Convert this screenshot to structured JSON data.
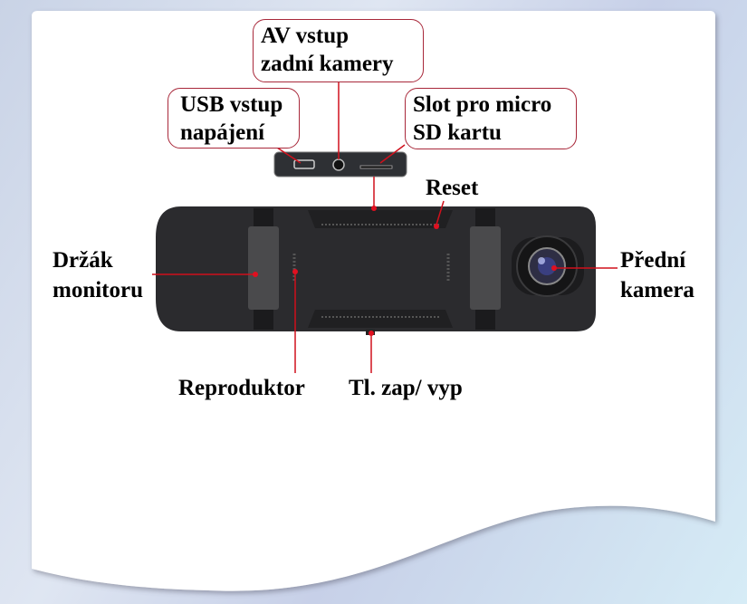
{
  "title": "Zrcadlová kamera – popis",
  "callouts": {
    "av_input": [
      "AV vstup",
      "zadní kamery"
    ],
    "usb_input": [
      "USB vstup",
      "napájení"
    ],
    "sd_slot": [
      "Slot pro micro",
      "SD kartu"
    ],
    "reset": "Reset",
    "holder": [
      "Držák",
      "monitoru"
    ],
    "front_camera": [
      "Přední",
      "kamera"
    ],
    "speaker": "Reproduktor",
    "power_button": "Tl. zap/ vyp"
  },
  "colors": {
    "callout_border": "#a8283a",
    "pointer": "#d0101c",
    "device": "#2a2a2c"
  }
}
